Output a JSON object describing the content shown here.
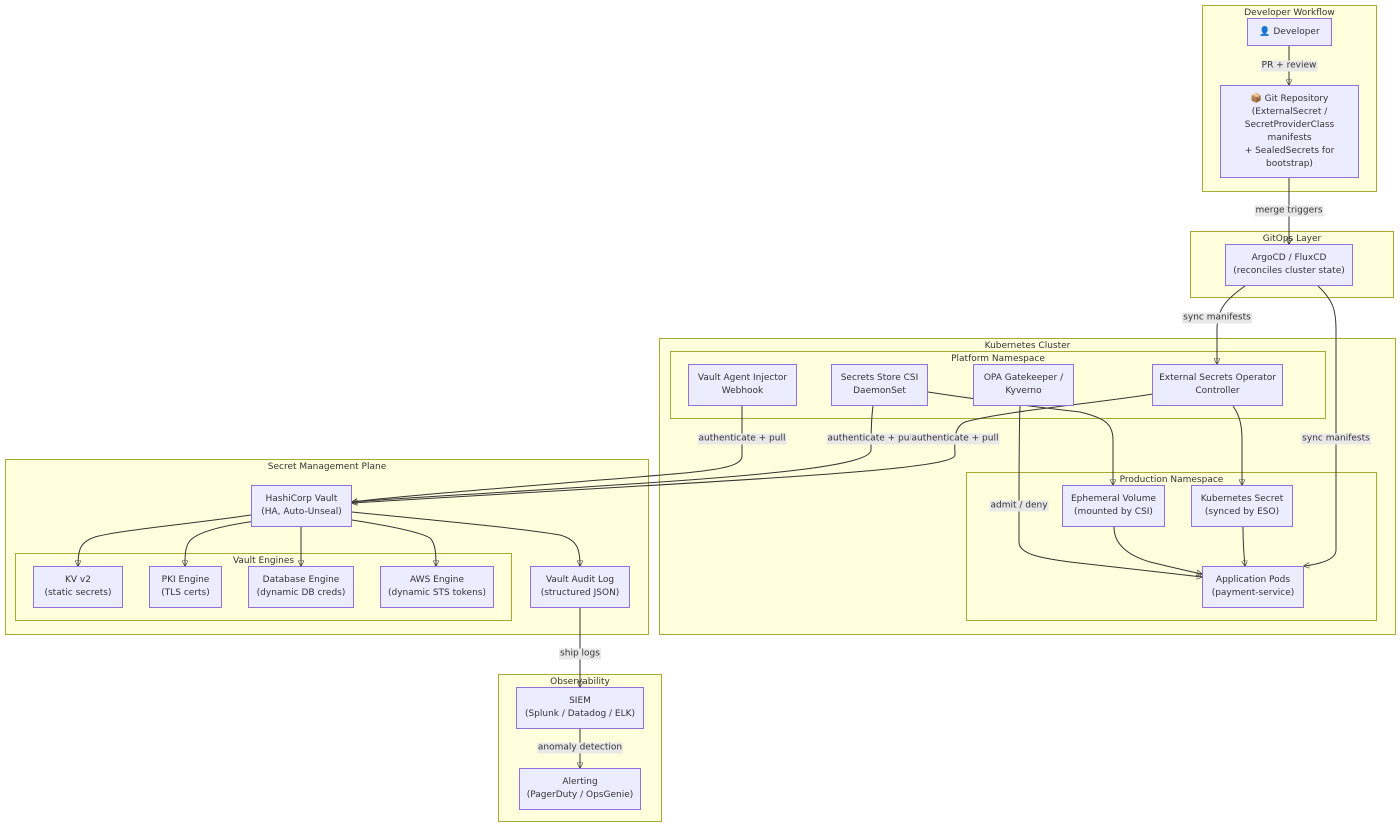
{
  "clusters": {
    "devflow": "Developer Workflow",
    "gitops": "GitOps Layer",
    "k8s": "Kubernetes Cluster",
    "platform": "Platform Namespace",
    "production": "Production Namespace",
    "smp": "Secret Management Plane",
    "engines": "Vault Engines",
    "obs": "Observability"
  },
  "nodes": {
    "developer": [
      "👤 Developer"
    ],
    "git": [
      "📦 Git Repository",
      "(ExternalSecret /",
      "SecretProviderClass",
      "manifests",
      "+ SealedSecrets for",
      "bootstrap)"
    ],
    "argo": [
      "ArgoCD / FluxCD",
      "(reconciles cluster state)"
    ],
    "injector": [
      "Vault Agent Injector",
      "Webhook"
    ],
    "csi": [
      "Secrets Store CSI",
      "DaemonSet"
    ],
    "opa": [
      "OPA Gatekeeper /",
      "Kyverno"
    ],
    "eso": [
      "External Secrets Operator",
      "Controller"
    ],
    "ephemeral": [
      "Ephemeral Volume",
      "(mounted by CSI)"
    ],
    "k8ssecret": [
      "Kubernetes Secret",
      "(synced by ESO)"
    ],
    "pods": [
      "Application Pods",
      "(payment-service)"
    ],
    "vault": [
      "HashiCorp Vault",
      "(HA, Auto-Unseal)"
    ],
    "kv": [
      "KV v2",
      "(static secrets)"
    ],
    "pki": [
      "PKI Engine",
      "(TLS certs)"
    ],
    "db": [
      "Database Engine",
      "(dynamic DB creds)"
    ],
    "aws": [
      "AWS Engine",
      "(dynamic STS tokens)"
    ],
    "audit": [
      "Vault Audit Log",
      "(structured JSON)"
    ],
    "siem": [
      "SIEM",
      "(Splunk / Datadog / ELK)"
    ],
    "alerting": [
      "Alerting",
      "(PagerDuty / OpsGenie)"
    ]
  },
  "edge_labels": {
    "pr_review": "PR + review",
    "merge_triggers": "merge triggers",
    "sync_manifests_eso": "sync manifests",
    "sync_manifests_pods": "sync manifests",
    "auth_pull_injector": "authenticate + pull",
    "auth_pull_csi": "authenticate + pull",
    "auth_pull_eso": "authenticate + pull",
    "admit_deny": "admit / deny",
    "ship_logs": "ship logs",
    "anomaly_detection": "anomaly detection"
  }
}
